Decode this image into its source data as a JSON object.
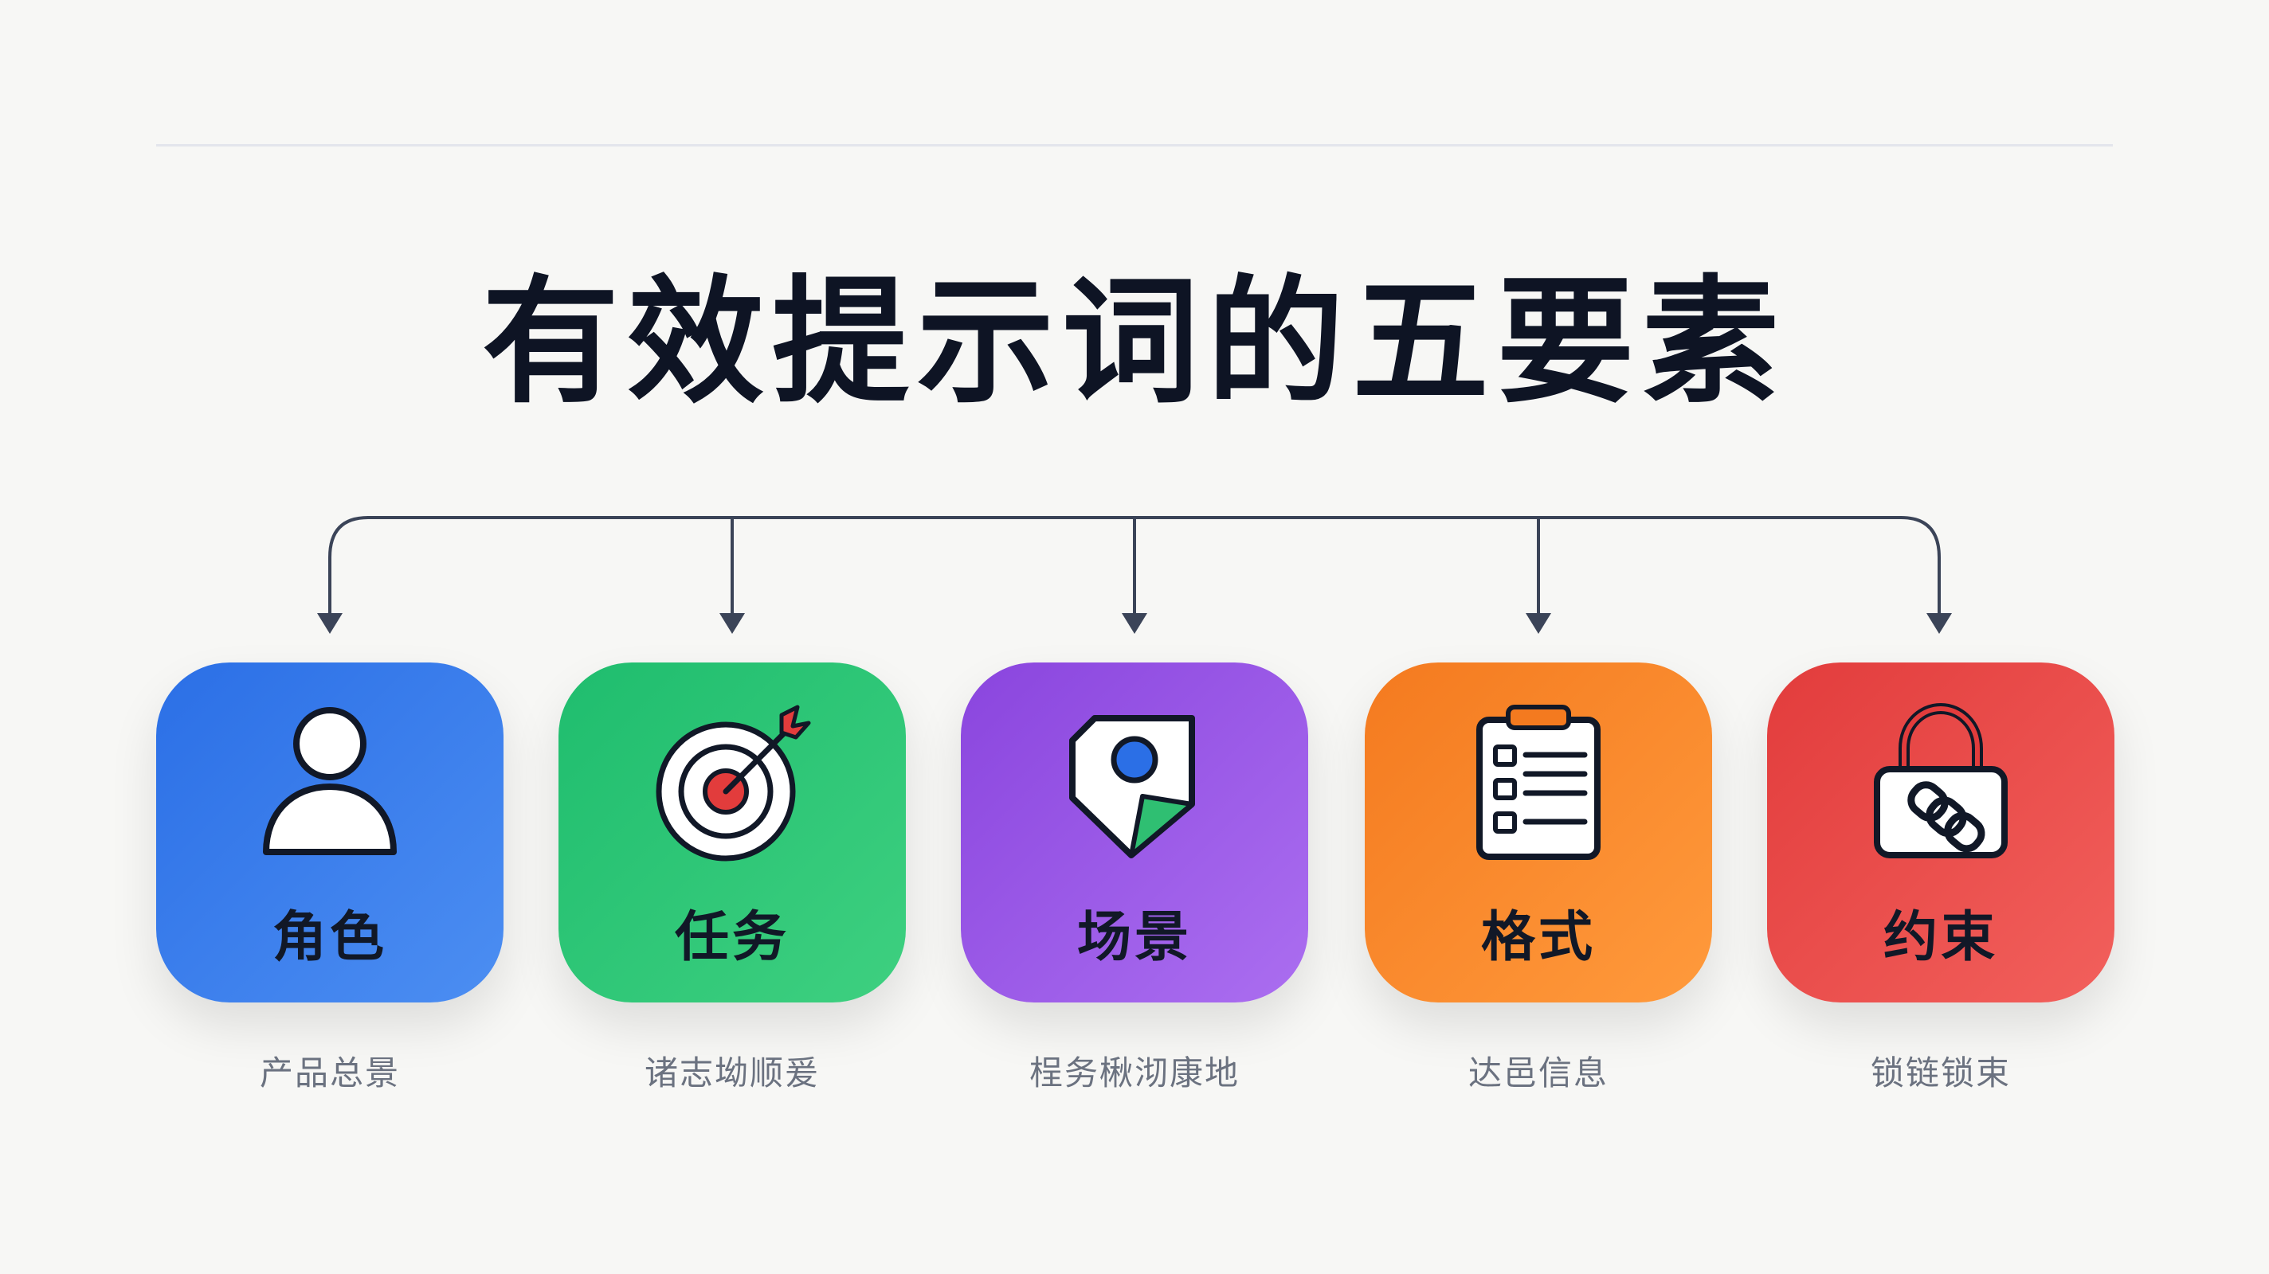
{
  "title": "有效提示词的五要素",
  "elements": [
    {
      "label": "角色",
      "sublabel": "产品总景",
      "color_from": "#2b6fe6",
      "color_to": "#4c8ef2",
      "icon": "person-icon"
    },
    {
      "label": "任务",
      "sublabel": "诸志坳顺爰",
      "color_from": "#1fbd6e",
      "color_to": "#3ed080",
      "icon": "target-icon"
    },
    {
      "label": "场景",
      "sublabel": "桯务楸沏康地",
      "color_from": "#8a45de",
      "color_to": "#ab6ef0",
      "icon": "location-tag-icon"
    },
    {
      "label": "格式",
      "sublabel": "达邑信息",
      "color_from": "#f47a1f",
      "color_to": "#ff9a3c",
      "icon": "clipboard-list-icon"
    },
    {
      "label": "约束",
      "sublabel": "锁链锁束",
      "color_from": "#e23c3c",
      "color_to": "#f2605c",
      "icon": "padlock-chain-icon"
    }
  ]
}
